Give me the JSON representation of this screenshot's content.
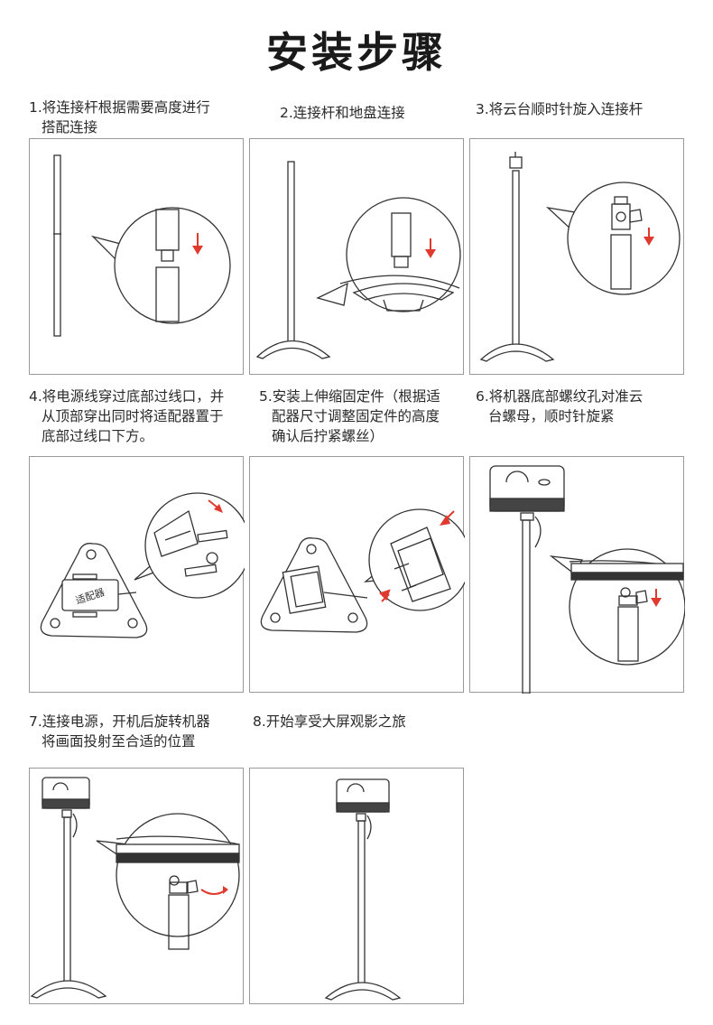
{
  "title": "安装步骤",
  "steps": [
    {
      "line1": "1.将连接杆根据需要高度进行",
      "line2": "搭配连接"
    },
    {
      "line1": "2.连接杆和地盘连接",
      "line2": ""
    },
    {
      "line1": "3.将云台顺时针旋入连接杆",
      "line2": ""
    },
    {
      "line1": "4.将电源线穿过底部过线口，并",
      "line2": "从顶部穿出同时将适配器置于",
      "line3": "底部过线口下方。"
    },
    {
      "line1": "5.安装上伸缩固定件（根据适",
      "line2": "配器尺寸调整固定件的高度",
      "line3": "确认后拧紧螺丝）"
    },
    {
      "line1": "6.将机器底部螺纹孔对准云",
      "line2": "台螺母，顺时针旋紧"
    },
    {
      "line1": "7.连接电源，开机后旋转机器",
      "line2": "将画面投射至合适的位置"
    },
    {
      "line1": "8.开始享受大屏观影之旅",
      "line2": ""
    }
  ],
  "adapter_label": "适配器",
  "colors": {
    "accent": "#e03a2f",
    "line": "#333333",
    "border": "#9a9a9a"
  }
}
